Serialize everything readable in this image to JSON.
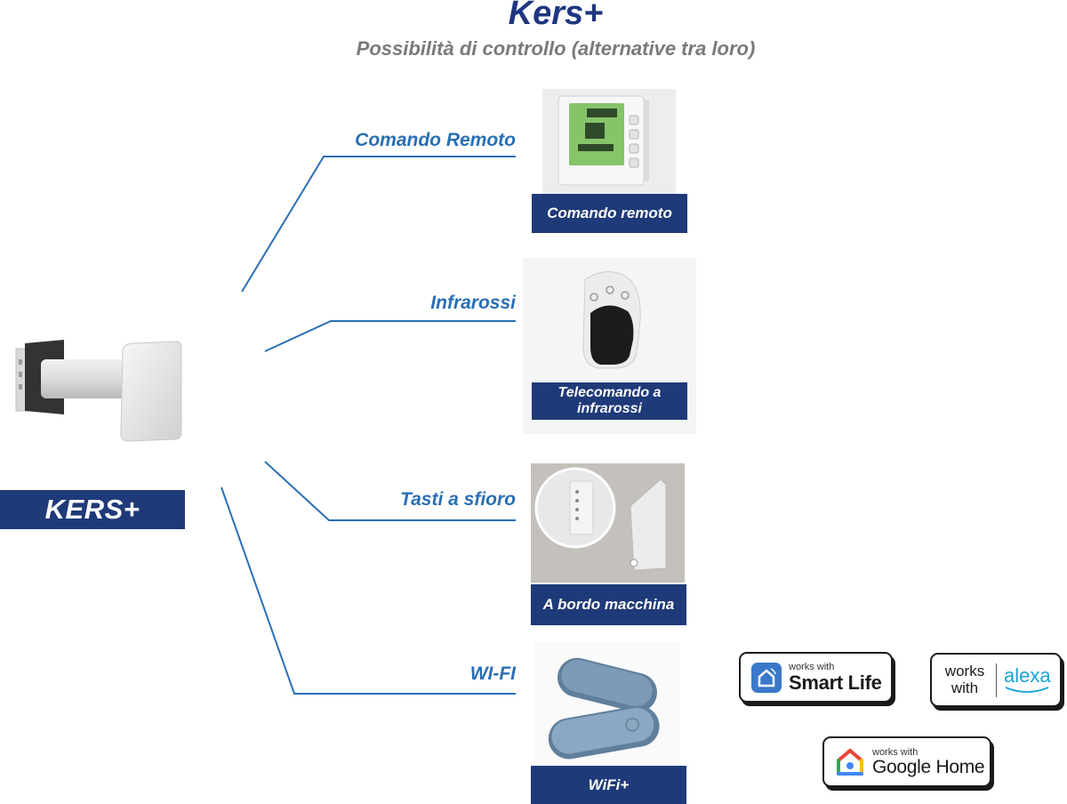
{
  "header": {
    "title": "Kers+",
    "subtitle": "Possibilità di controllo (alternative tra loro)"
  },
  "device": {
    "label": "KERS+"
  },
  "branches": [
    {
      "label": "Comando Remoto",
      "caption": "Comando remoto",
      "icon": "wall-thermostat-photo"
    },
    {
      "label": "Infrarossi",
      "caption": "Telecomando a infrarossi",
      "icon": "ir-remote-photo"
    },
    {
      "label": "Tasti a sfioro",
      "caption": "A bordo macchina",
      "icon": "onboard-touch-keys-photo"
    },
    {
      "label": "WI-FI",
      "caption": "WiFi+",
      "icon": "wifi-dongle-photo"
    }
  ],
  "badges": {
    "smart_life": {
      "small": "works with",
      "big": "Smart Life"
    },
    "alexa": {
      "left": "works\nwith",
      "right": "alexa"
    },
    "google_home": {
      "small": "works with",
      "big": "Google Home"
    }
  },
  "colors": {
    "title": "#1f3680",
    "subtitle": "#7a7a7a",
    "branch_label": "#2a6fb4",
    "caption_bg": "#1f3a78",
    "connector": "#2a6fb4",
    "alexa_blue": "#1aa3d6"
  }
}
